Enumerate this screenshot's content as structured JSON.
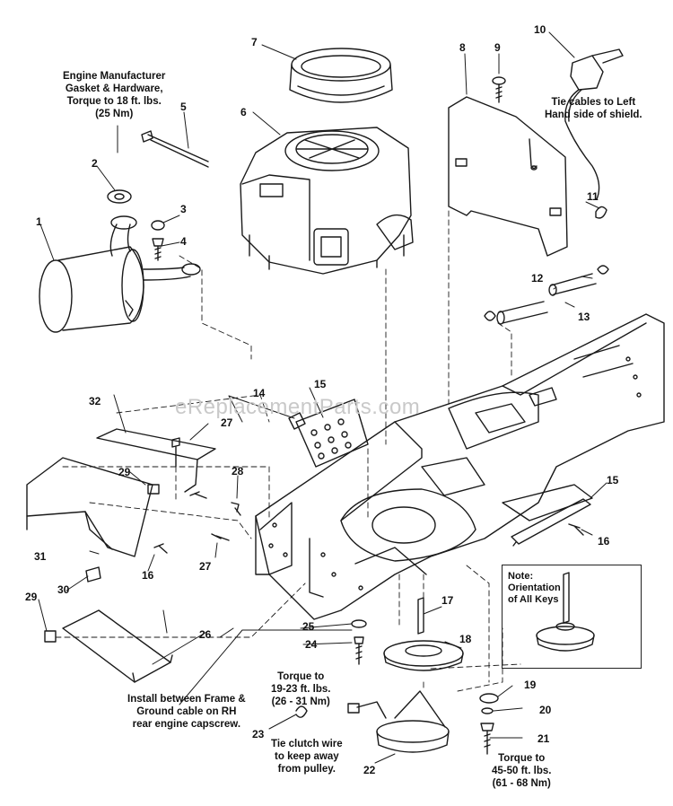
{
  "watermark": "eReplacementParts.com",
  "callouts": {
    "c1": "1",
    "c2": "2",
    "c3": "3",
    "c4": "4",
    "c5": "5",
    "c6": "6",
    "c7": "7",
    "c8": "8",
    "c9": "9",
    "c10": "10",
    "c11": "11",
    "c12": "12",
    "c13": "13",
    "c14": "14",
    "c15a": "15",
    "c15b": "15",
    "c16a": "16",
    "c16b": "16",
    "c17": "17",
    "c18": "18",
    "c19": "19",
    "c20": "20",
    "c21": "21",
    "c22": "22",
    "c23": "23",
    "c24": "24",
    "c25": "25",
    "c26": "26",
    "c27a": "27",
    "c27b": "27",
    "c28": "28",
    "c29a": "29",
    "c29b": "29",
    "c30": "30",
    "c31": "31",
    "c32": "32"
  },
  "notes": {
    "engine_mfr": "Engine Manufacturer\nGasket & Hardware,\nTorque to 18 ft. lbs.\n(25 Nm)",
    "tie_cables": "Tie cables to Left\nHand side of shield.",
    "torque_pulley": "Torque to\n19-23 ft. lbs.\n(26 - 31 Nm)",
    "install_between": "Install between Frame &\nGround cable on RH\nrear engine capscrew.",
    "tie_clutch": "Tie clutch wire\nto keep away\nfrom pulley.",
    "torque_clutch": "Torque to\n45-50 ft. lbs.\n(61 - 68 Nm)",
    "keys_note": "Note:\nOrientation\nof All Keys"
  }
}
